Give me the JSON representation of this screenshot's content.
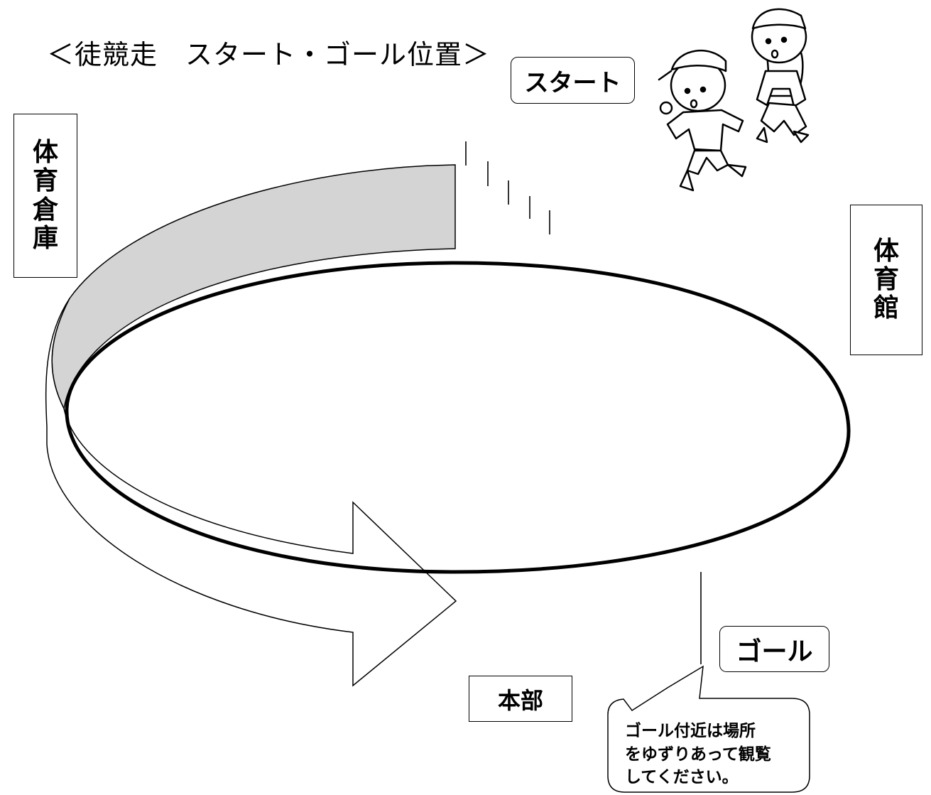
{
  "title": "＜徒競走　スタート・ゴール位置＞",
  "labels": {
    "start": "スタート",
    "goal": "ゴール",
    "honbu": "本部",
    "storehouse": "体育倉庫",
    "gym": "体育館"
  },
  "callout": {
    "text": "ゴール付近は場所\nをゆずりあって観覧\nしてください。"
  },
  "colors": {
    "track_shade": "#d4d4d4",
    "line": "#000000",
    "background": "#ffffff"
  }
}
